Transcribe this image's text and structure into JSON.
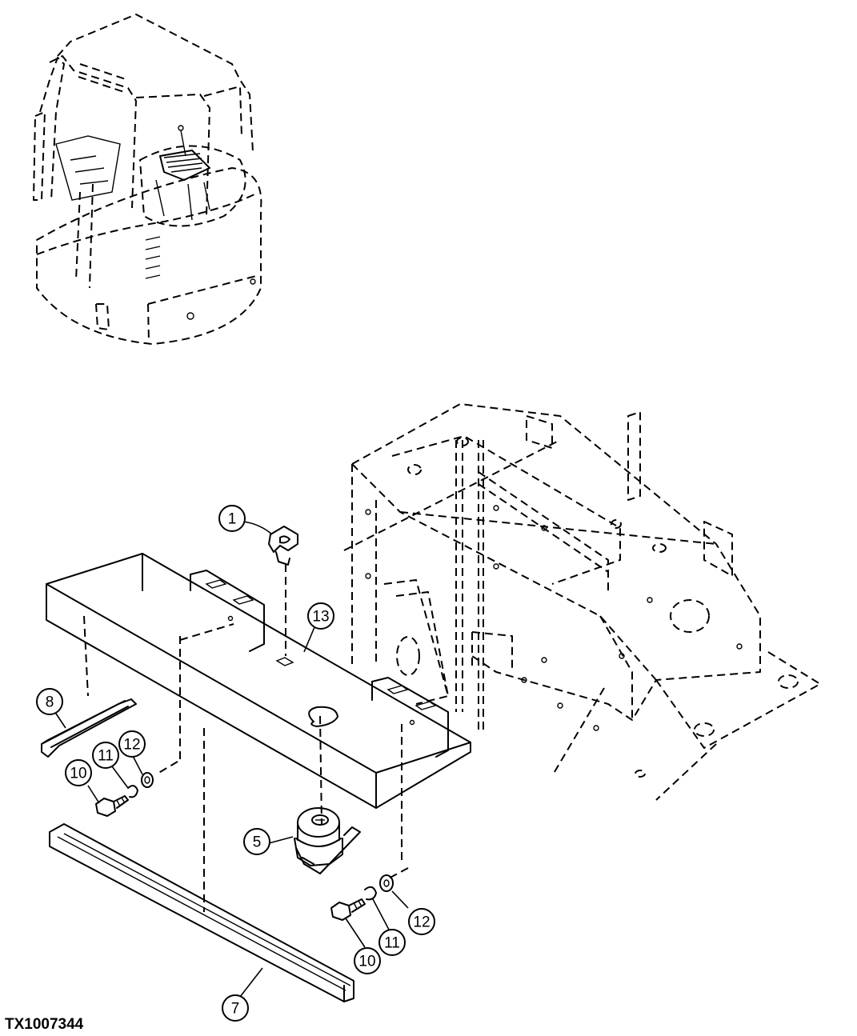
{
  "figure_id": "TX1007344",
  "callouts": [
    {
      "label": "1"
    },
    {
      "label": "13"
    },
    {
      "label": "8"
    },
    {
      "label": "11"
    },
    {
      "label": "12"
    },
    {
      "label": "10"
    },
    {
      "label": "5"
    },
    {
      "label": "12"
    },
    {
      "label": "11"
    },
    {
      "label": "10"
    },
    {
      "label": "7"
    }
  ]
}
